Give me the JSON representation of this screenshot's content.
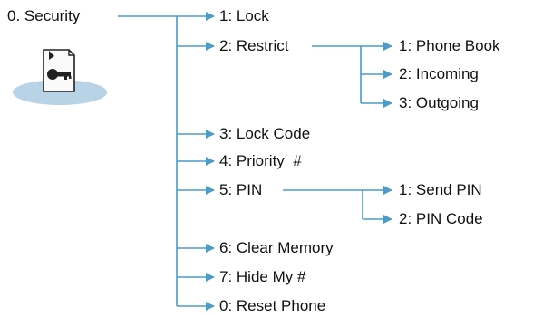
{
  "root": {
    "label": "0. Security",
    "icon": "lock-key-icon"
  },
  "colors": {
    "line": "#4a9cc9",
    "arrow": "#4a9cc9",
    "icon_ellipse": "#b9d3e6",
    "text": "#111111"
  },
  "items": {
    "lock": "1: Lock",
    "restrict": "2: Restrict",
    "restrict_phone_book": "1: Phone Book",
    "restrict_incoming": "2: Incoming",
    "restrict_outgoing": "3: Outgoing",
    "lock_code": "3: Lock Code",
    "priority": "4: Priority  #",
    "pin": "5: PIN",
    "pin_send": "1: Send PIN",
    "pin_code": "2: PIN Code",
    "clear_memory": "6: Clear Memory",
    "hide_my": "7: Hide My #",
    "reset_phone": "0: Reset Phone"
  }
}
